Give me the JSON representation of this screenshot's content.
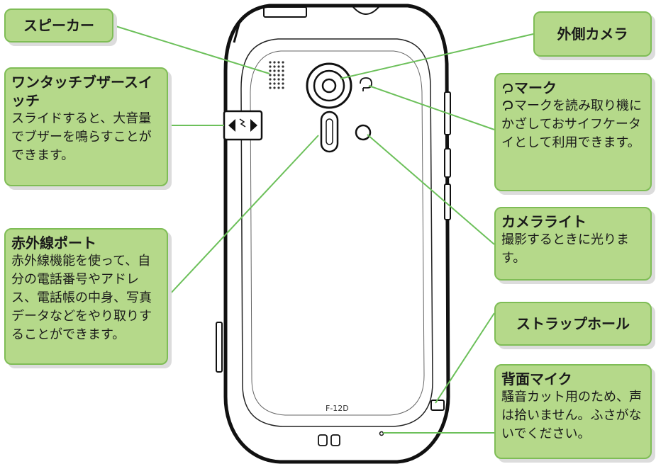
{
  "callouts": {
    "speaker": {
      "title": "スピーカー"
    },
    "buzzer": {
      "title": "ワンタッチブザースイッチ",
      "desc": "スライドすると、大音量でブザーを鳴らすことができます。"
    },
    "infrared": {
      "title": "赤外線ポート",
      "desc": "赤外線機能を使って、自分の電話番号やアドレス、電話帳の中身、写真データなどをやり取りすることができます。"
    },
    "camera": {
      "title": "外側カメラ"
    },
    "felica": {
      "title": "マーク",
      "desc": "マークを読み取り機にかざしておサイフケータイとして利用できます。"
    },
    "light": {
      "title": "カメラライト",
      "desc": "撮影するときに光ります。"
    },
    "strap": {
      "title": "ストラップホール"
    },
    "mic": {
      "title": "背面マイク",
      "desc": "騒音カット用のため、声は拾いません。ふさがないでください。"
    }
  },
  "phone": {
    "model": "F-12D"
  },
  "icons": [
    "felica-mark-icon"
  ],
  "colors": {
    "callout_fill": "#b5d98a",
    "callout_border": "#7fbd56",
    "leader_line": "#6cc05a"
  }
}
